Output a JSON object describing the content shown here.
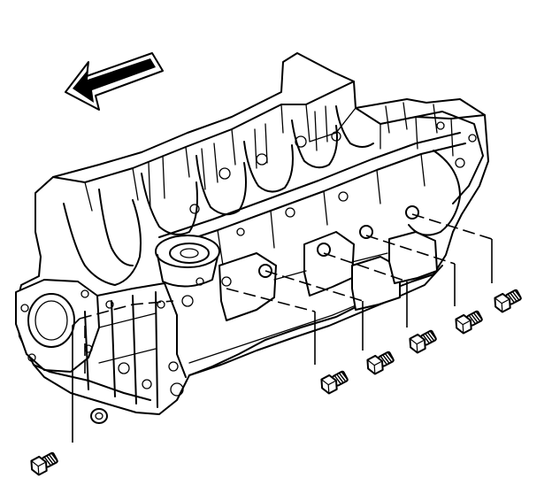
{
  "diagram": {
    "subject": "engine-block-with-gallery-plug-bolts",
    "colors": {
      "ink": "#000000",
      "paper": "#ffffff"
    },
    "icons": [
      "direction-arrow-icon",
      "gallery-plug-bolt-icon",
      "o-ring-seal-icon"
    ],
    "fasteners": [
      {
        "id": "plug-front-lower"
      },
      {
        "id": "plug-1"
      },
      {
        "id": "plug-2"
      },
      {
        "id": "plug-3"
      },
      {
        "id": "plug-4"
      },
      {
        "id": "plug-5"
      }
    ]
  }
}
